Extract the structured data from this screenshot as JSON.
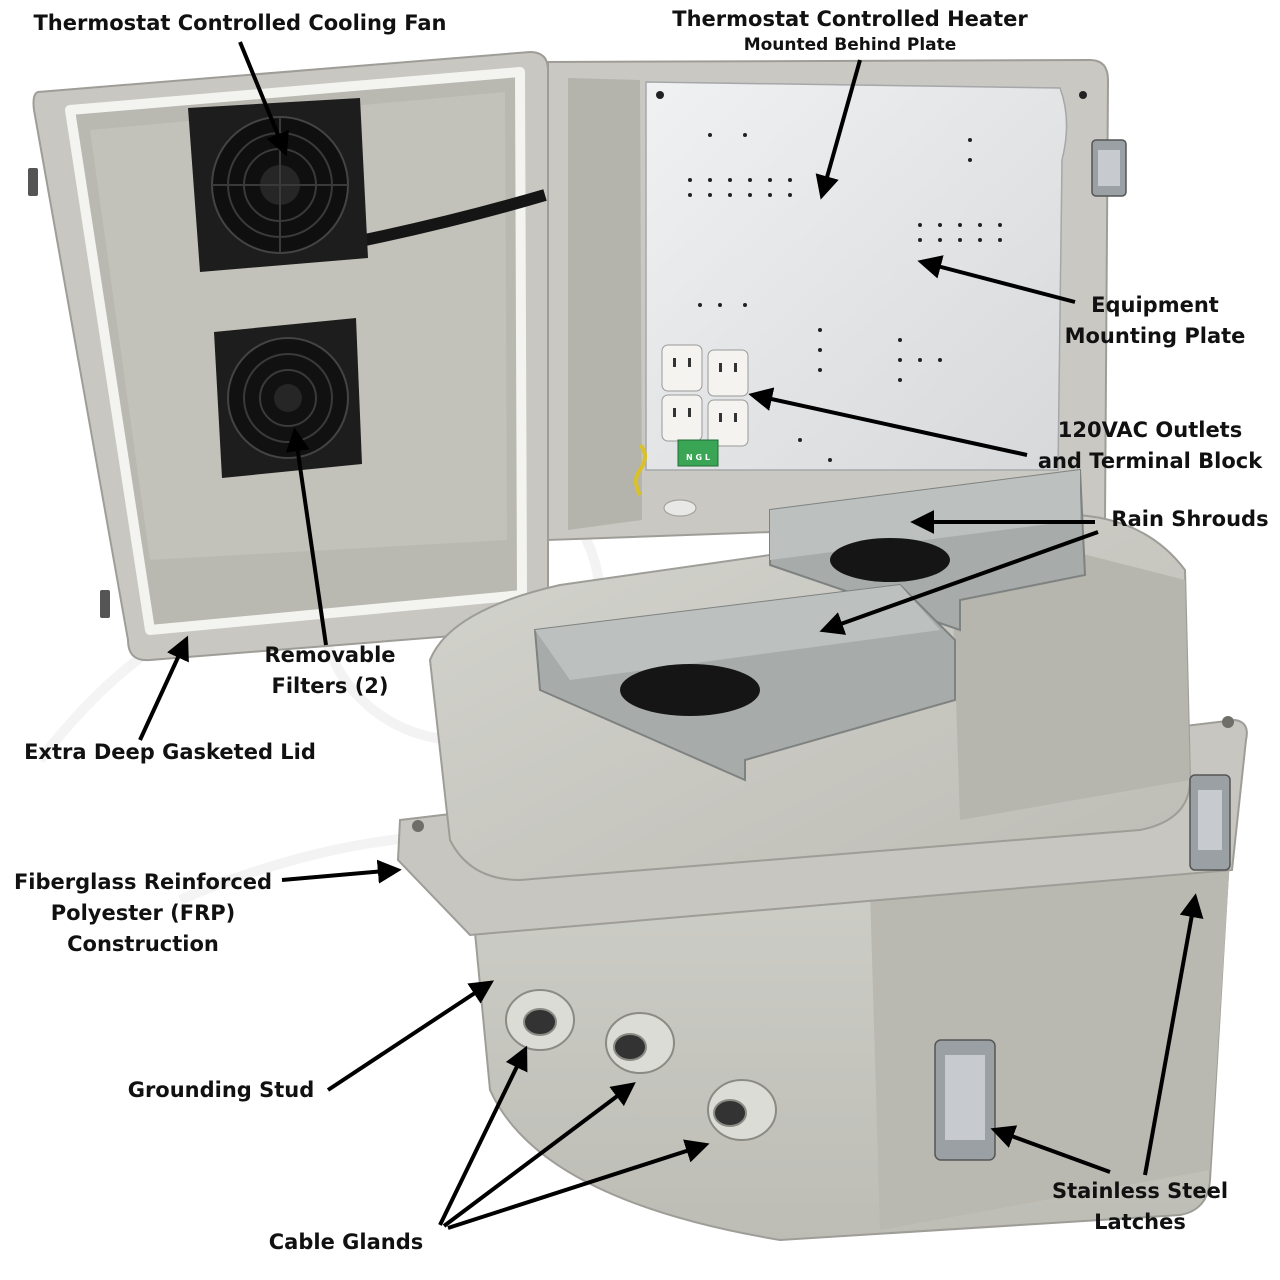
{
  "labels": {
    "cooling_fan": "Thermostat Controlled Cooling Fan",
    "heater_line1": "Thermostat Controlled Heater",
    "heater_line2": "Mounted Behind Plate",
    "mounting_plate_line1": "Equipment",
    "mounting_plate_line2": "Mounting Plate",
    "outlets_line1": "120VAC Outlets",
    "outlets_line2": "and Terminal Block",
    "rain_shrouds": "Rain Shrouds",
    "filters_line1": "Removable",
    "filters_line2": "Filters (2)",
    "gasketed_lid": "Extra Deep Gasketed Lid",
    "frp_line1": "Fiberglass Reinforced",
    "frp_line2": "Polyester (FRP)",
    "frp_line3": "Construction",
    "grounding_stud": "Grounding Stud",
    "cable_glands": "Cable Glands",
    "latches_line1": "Stainless Steel",
    "latches_line2": "Latches"
  },
  "terminal_block_text": "N G L",
  "colors": {
    "enclosure_gray": "#c9c9c3",
    "enclosure_shadow": "#a9a9a3",
    "interior_gray": "#b8b6ae",
    "plate_silver": "#e6e7e8",
    "fan_black": "#1d1d1d",
    "terminal_green": "#3aa655",
    "arrow_black": "#000000"
  }
}
